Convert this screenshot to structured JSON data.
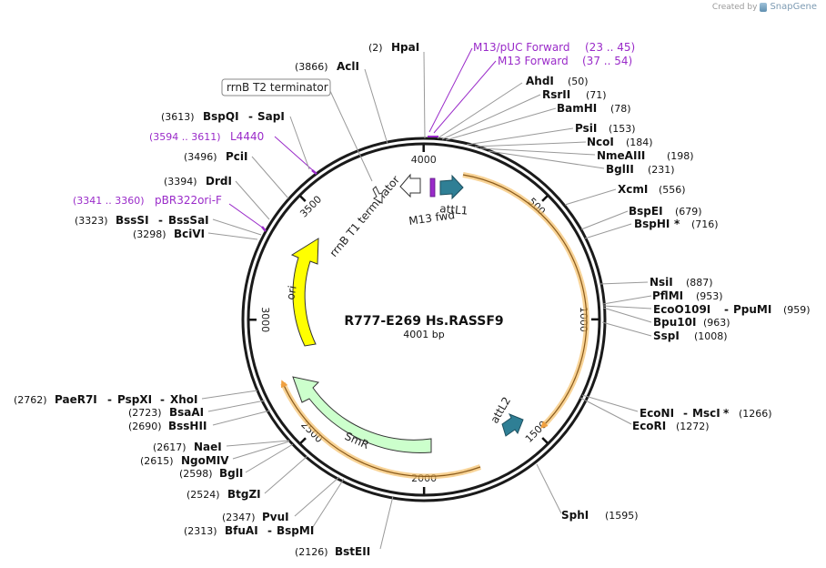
{
  "credit": {
    "prefix": "Created by",
    "brand": "SnapGene",
    "brand_icon": "snapgene-logo-icon"
  },
  "plasmid": {
    "name": "R777-E269 Hs.RASSF9",
    "length_label": "4001 bp",
    "total_bp": 4001
  },
  "ticks": [
    {
      "pos": 500,
      "label": "500"
    },
    {
      "pos": 1000,
      "label": "1000"
    },
    {
      "pos": 1500,
      "label": "1500"
    },
    {
      "pos": 2000,
      "label": "2000"
    },
    {
      "pos": 2500,
      "label": "2500"
    },
    {
      "pos": 3000,
      "label": "3000"
    },
    {
      "pos": 3500,
      "label": "3500"
    },
    {
      "pos": 4000,
      "label": "4000"
    }
  ],
  "sites": [
    {
      "id": "hpai",
      "pos": "(2)",
      "name": "HpaI",
      "bp": 2
    },
    {
      "id": "acli",
      "pos": "(3866)",
      "name": "AclI",
      "bp": 3866
    },
    {
      "id": "ahdi",
      "pos": "(50)",
      "name": "AhdI",
      "bp": 50
    },
    {
      "id": "rsrii",
      "pos": "(71)",
      "name": "RsrII",
      "bp": 71
    },
    {
      "id": "bamhi",
      "pos": "(78)",
      "name": "BamHI",
      "bp": 78
    },
    {
      "id": "psii",
      "pos": "(153)",
      "name": "PsiI",
      "bp": 153
    },
    {
      "id": "ncoi",
      "pos": "(184)",
      "name": "NcoI",
      "bp": 184
    },
    {
      "id": "nmeaiii",
      "pos": "(198)",
      "name": "NmeAIII",
      "bp": 198
    },
    {
      "id": "bglii",
      "pos": "(231)",
      "name": "BglII",
      "bp": 231
    },
    {
      "id": "xcmi",
      "pos": "(556)",
      "name": "XcmI",
      "bp": 556
    },
    {
      "id": "bspei",
      "pos": "(679)",
      "name": "BspEI",
      "bp": 679
    },
    {
      "id": "bsphi",
      "pos": "(716)",
      "name": "BspHI",
      "star": "*",
      "bp": 716
    },
    {
      "id": "nsii",
      "pos": "(887)",
      "name": "NsiI",
      "bp": 887
    },
    {
      "id": "pflmi",
      "pos": "(953)",
      "name": "PflMI",
      "bp": 953
    },
    {
      "id": "eco0109i",
      "pos": "(959)",
      "name": "EcoO109I",
      "name2": "PpuMI",
      "bp": 959
    },
    {
      "id": "bpu10i",
      "pos": "(963)",
      "name": "Bpu10I",
      "bp": 963
    },
    {
      "id": "sspi",
      "pos": "(1008)",
      "name": "SspI",
      "bp": 1008
    },
    {
      "id": "econi",
      "pos": "(1266)",
      "name": "EcoNI",
      "name2": "MscI",
      "star": "*",
      "bp": 1266
    },
    {
      "id": "ecori",
      "pos": "(1272)",
      "name": "EcoRI",
      "bp": 1272
    },
    {
      "id": "sphi",
      "pos": "(1595)",
      "name": "SphI",
      "bp": 1595
    },
    {
      "id": "bsteii",
      "pos": "(2126)",
      "name": "BstEII",
      "bp": 2126
    },
    {
      "id": "bfuai",
      "pos": "(2313)",
      "name": "BfuAI",
      "name2": "BspMI",
      "bp": 2313
    },
    {
      "id": "pvui",
      "pos": "(2347)",
      "name": "PvuI",
      "bp": 2347
    },
    {
      "id": "btgzi",
      "pos": "(2524)",
      "name": "BtgZI",
      "bp": 2524
    },
    {
      "id": "bgli",
      "pos": "(2598)",
      "name": "BglI",
      "bp": 2598
    },
    {
      "id": "ngomiv",
      "pos": "(2615)",
      "name": "NgoMIV",
      "bp": 2615
    },
    {
      "id": "naei",
      "pos": "(2617)",
      "name": "NaeI",
      "bp": 2617
    },
    {
      "id": "bsshii",
      "pos": "(2690)",
      "name": "BssHII",
      "bp": 2690
    },
    {
      "id": "bsaai",
      "pos": "(2723)",
      "name": "BsaAI",
      "bp": 2723
    },
    {
      "id": "paer7i",
      "pos": "(2762)",
      "name": "PaeR7I",
      "name2": "PspXI",
      "name3": "XhoI",
      "bp": 2762
    },
    {
      "id": "bcivi",
      "pos": "(3298)",
      "name": "BciVI",
      "bp": 3298
    },
    {
      "id": "bsssi",
      "pos": "(3323)",
      "name": "BssSI",
      "name2": "BssSaI",
      "bp": 3323
    },
    {
      "id": "drdi",
      "pos": "(3394)",
      "name": "DrdI",
      "bp": 3394
    },
    {
      "id": "pcii",
      "pos": "(3496)",
      "name": "PciI",
      "bp": 3496
    },
    {
      "id": "bspqi",
      "pos": "(3613)",
      "name": "BspQI",
      "name2": "SapI",
      "bp": 3613
    }
  ],
  "primers": [
    {
      "id": "m13puc",
      "name": "M13/pUC Forward",
      "range": "(23 .. 45)"
    },
    {
      "id": "m13fwdtop",
      "name": "M13 Forward",
      "range": "(37 .. 54)"
    },
    {
      "id": "l4440",
      "name": "L4440",
      "range": "(3594 .. 3611)"
    },
    {
      "id": "pbr322",
      "name": "pBR322ori-F",
      "range": "(3341 .. 3360)"
    }
  ],
  "features": {
    "rrnb_t2": "rrnB T2 terminator",
    "rrnb_t1": "rrnB T1 terminator",
    "m13_fwd": "M13 fwd",
    "attl1": "attL1",
    "attl2": "attL2",
    "ori": "ori",
    "smr": "SmR"
  },
  "colors": {
    "primer": "#9a2bc9",
    "ori": "#ffff00",
    "smr": "#ccffcc",
    "att": "#2f7f95",
    "highlight": "#f5c06a",
    "highlight_line": "#8a5a1a",
    "terminator": "#ffffff"
  }
}
